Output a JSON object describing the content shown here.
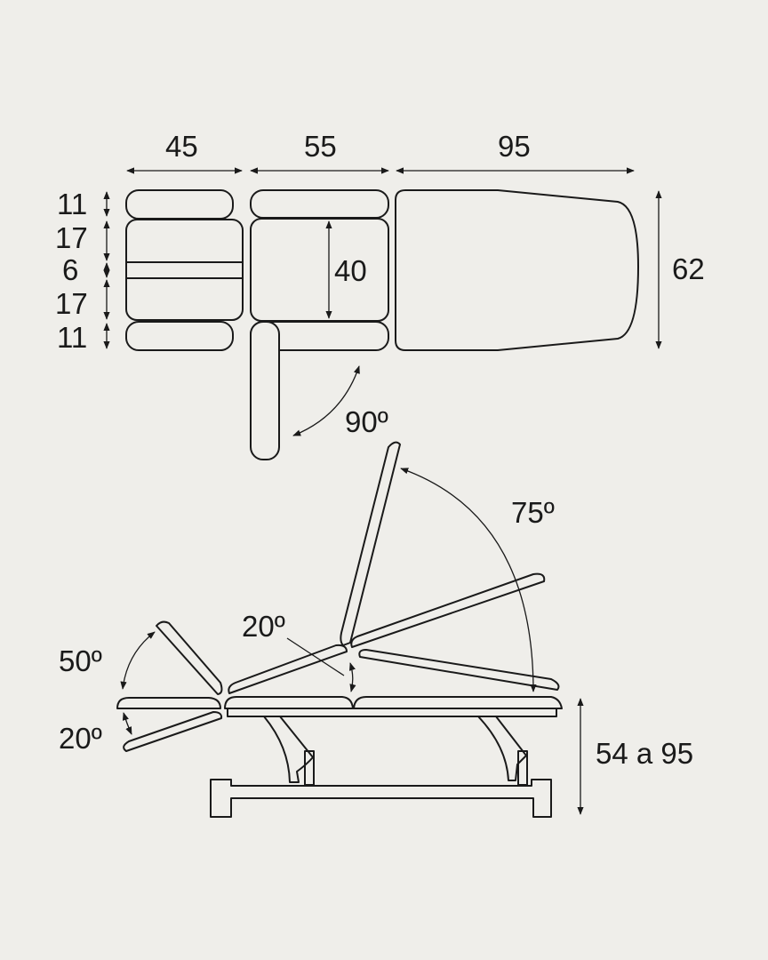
{
  "diagram": {
    "background": "#efeeea",
    "stroke_color": "#1a1a1a",
    "top_view": {
      "widths": {
        "section_1": "45",
        "section_2": "55",
        "section_3": "95"
      },
      "total_width_label": "62",
      "left_heights": [
        "11",
        "17",
        "6",
        "17",
        "11"
      ],
      "middle_height": "40",
      "armrest_angle": "90º"
    },
    "side_view": {
      "backrest_angle": "75º",
      "mid_angle": "20º",
      "leg_up_angle": "50º",
      "leg_down_angle": "20º",
      "height_range": "54 a 95"
    }
  }
}
